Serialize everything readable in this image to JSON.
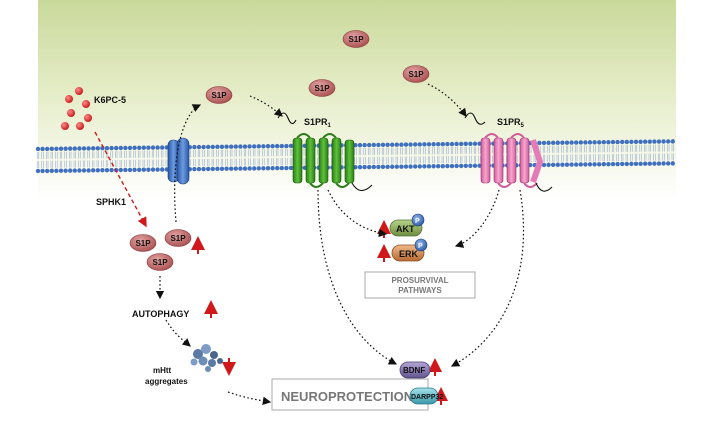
{
  "labels": {
    "drug": "K6PC-5",
    "kinase": "SPHK1",
    "s1p": "S1P",
    "receptor1": "S1PR",
    "receptor1_sub": "1",
    "receptor5": "S1PR",
    "receptor5_sub": "5",
    "akt": "AKT",
    "erk": "ERK",
    "phospho": "P",
    "prosurvival": [
      "PROSURVIVAL",
      "PATHWAYS"
    ],
    "autophagy": "AUTOPHAGY",
    "mhtt": [
      "mHtt",
      "aggregates"
    ],
    "neuroprotection": "NEUROPROTECTION",
    "bdnf": "BDNF",
    "darpp32": "DARPP32"
  },
  "colors": {
    "membrane_head": "#3f6fbf",
    "s1p_fill": "#b85d5d",
    "up_arrow": "#d0181a",
    "down_arrow": "#d0181a",
    "receptor1": "#3f9a25",
    "receptor5": "#e57bb6",
    "transporter": "#3a6fc4",
    "akt": "#8fb05a",
    "erk": "#d9935a",
    "bdnf": "#8070a8",
    "darpp32": "#56b8c9",
    "background_top": "#c9d99a"
  }
}
